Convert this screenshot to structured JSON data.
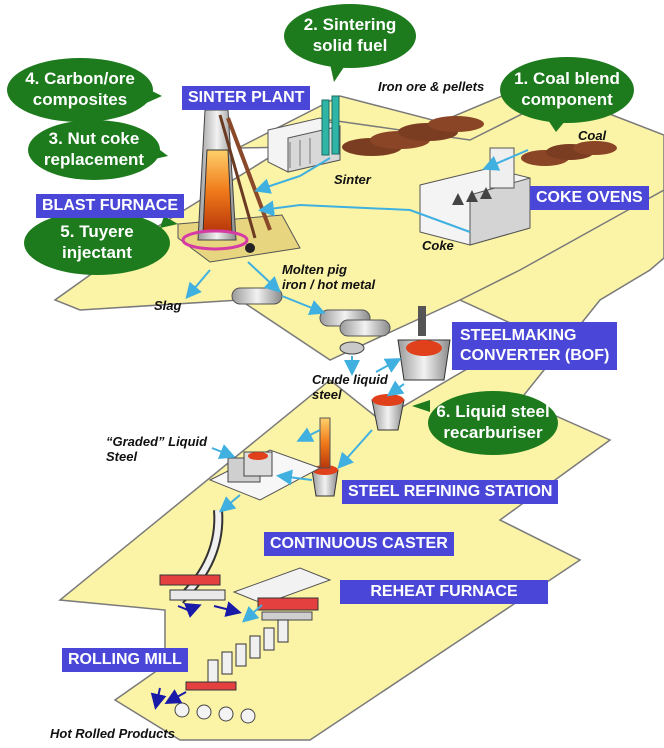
{
  "title_boxes": {
    "sinter_plant": "SINTER PLANT",
    "blast_furnace": "BLAST FURNACE",
    "coke_ovens": "COKE OVENS",
    "bof_line1": "STEELMAKING",
    "bof_line2": "CONVERTER (BOF)",
    "refining": "STEEL REFINING STATION",
    "caster": "CONTINUOUS CASTER",
    "reheat": "REHEAT FURNACE",
    "rolling": "ROLLING MILL"
  },
  "bubbles": {
    "b1_line1": "1. Coal blend",
    "b1_line2": "component",
    "b2_line1": "2. Sintering",
    "b2_line2": "solid fuel",
    "b3_line1": "3. Nut coke",
    "b3_line2": "replacement",
    "b4_line1": "4. Carbon/ore",
    "b4_line2": "composites",
    "b5_line1": "5. Tuyere",
    "b5_line2": "injectant",
    "b6_line1": "6. Liquid steel",
    "b6_line2": "recarburiser"
  },
  "labels": {
    "iron_ore": "Iron ore & pellets",
    "coal": "Coal",
    "sinter": "Sinter",
    "coke": "Coke",
    "molten_line1": "Molten pig",
    "molten_line2": "iron / hot metal",
    "slag": "Slag",
    "crude_line1": "Crude liquid",
    "crude_line2": "steel",
    "graded_line1": "“Graded” Liquid",
    "graded_line2": "Steel",
    "hot_rolled": "Hot Rolled Products"
  },
  "colors": {
    "floor": "#fbf3a6",
    "floor_edge": "#6b6b6b",
    "bubble": "#1d7b1d",
    "title_box": "#4a47d8",
    "flow_arrow": "#3fb0e0",
    "product_arrow": "#1a1aa8",
    "furnace_hot": "#f07a1a"
  }
}
